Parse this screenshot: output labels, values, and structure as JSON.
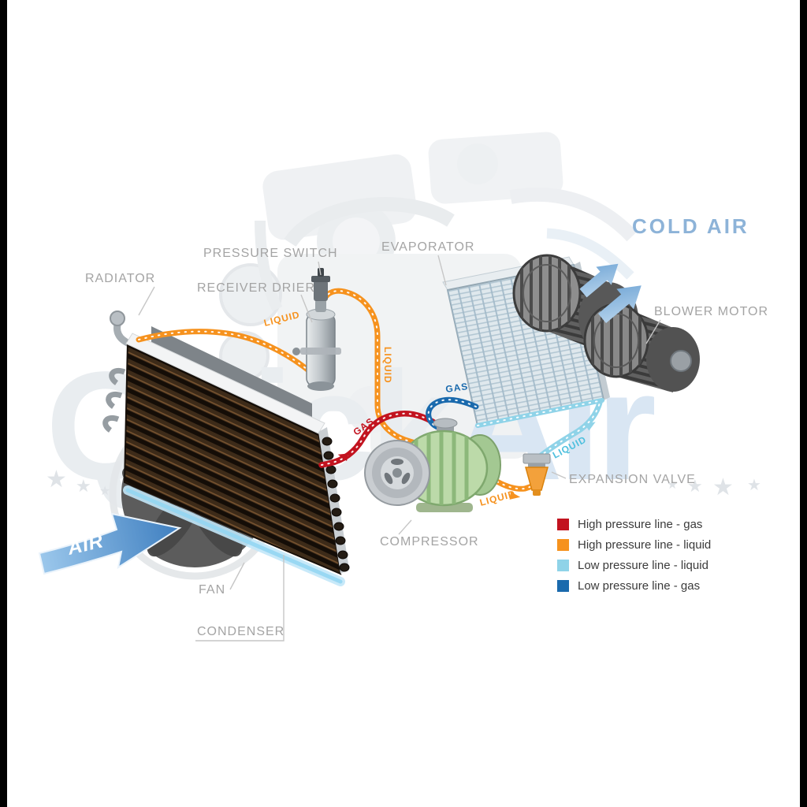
{
  "canvas": {
    "background": "#ffffff",
    "side_bar_color": "#000000"
  },
  "watermark": {
    "part1": "Quick",
    "part2": "Air",
    "star": "★"
  },
  "component_labels": {
    "radiator": "RADIATOR",
    "pressure_switch": "PRESSURE SWITCH",
    "receiver_drier": "RECEIVER DRIER",
    "evaporator": "EVAPORATOR",
    "blower_motor": "BLOWER MOTOR",
    "expansion_valve": "EXPANSION VALVE",
    "compressor": "COMPRESSOR",
    "fan": "FAN",
    "condenser": "CONDENSER"
  },
  "flow_labels": {
    "cold_air": "COLD AIR",
    "air": "AIR"
  },
  "line_labels": [
    {
      "text": "LIQUID",
      "color": "#f6921e"
    },
    {
      "text": "LIQUID",
      "color": "#f6921e"
    },
    {
      "text": "GAS",
      "color": "#1a6aad"
    },
    {
      "text": "GAS",
      "color": "#c2131f"
    },
    {
      "text": "LIQUID",
      "color": "#4fc0de"
    },
    {
      "text": "LIQUID",
      "color": "#f6921e"
    }
  ],
  "line_colors": {
    "high_pressure_gas": "#c2131f",
    "high_pressure_liquid": "#f6921e",
    "low_pressure_liquid": "#8fd3e8",
    "low_pressure_gas": "#1a6aad"
  },
  "legend": {
    "items": [
      {
        "color": "#c2131f",
        "label": "High pressure line - gas"
      },
      {
        "color": "#f6921e",
        "label": "High pressure line - liquid"
      },
      {
        "color": "#8fd3e8",
        "label": "Low pressure line - liquid"
      },
      {
        "color": "#1a6aad",
        "label": "Low pressure line - gas"
      }
    ]
  }
}
